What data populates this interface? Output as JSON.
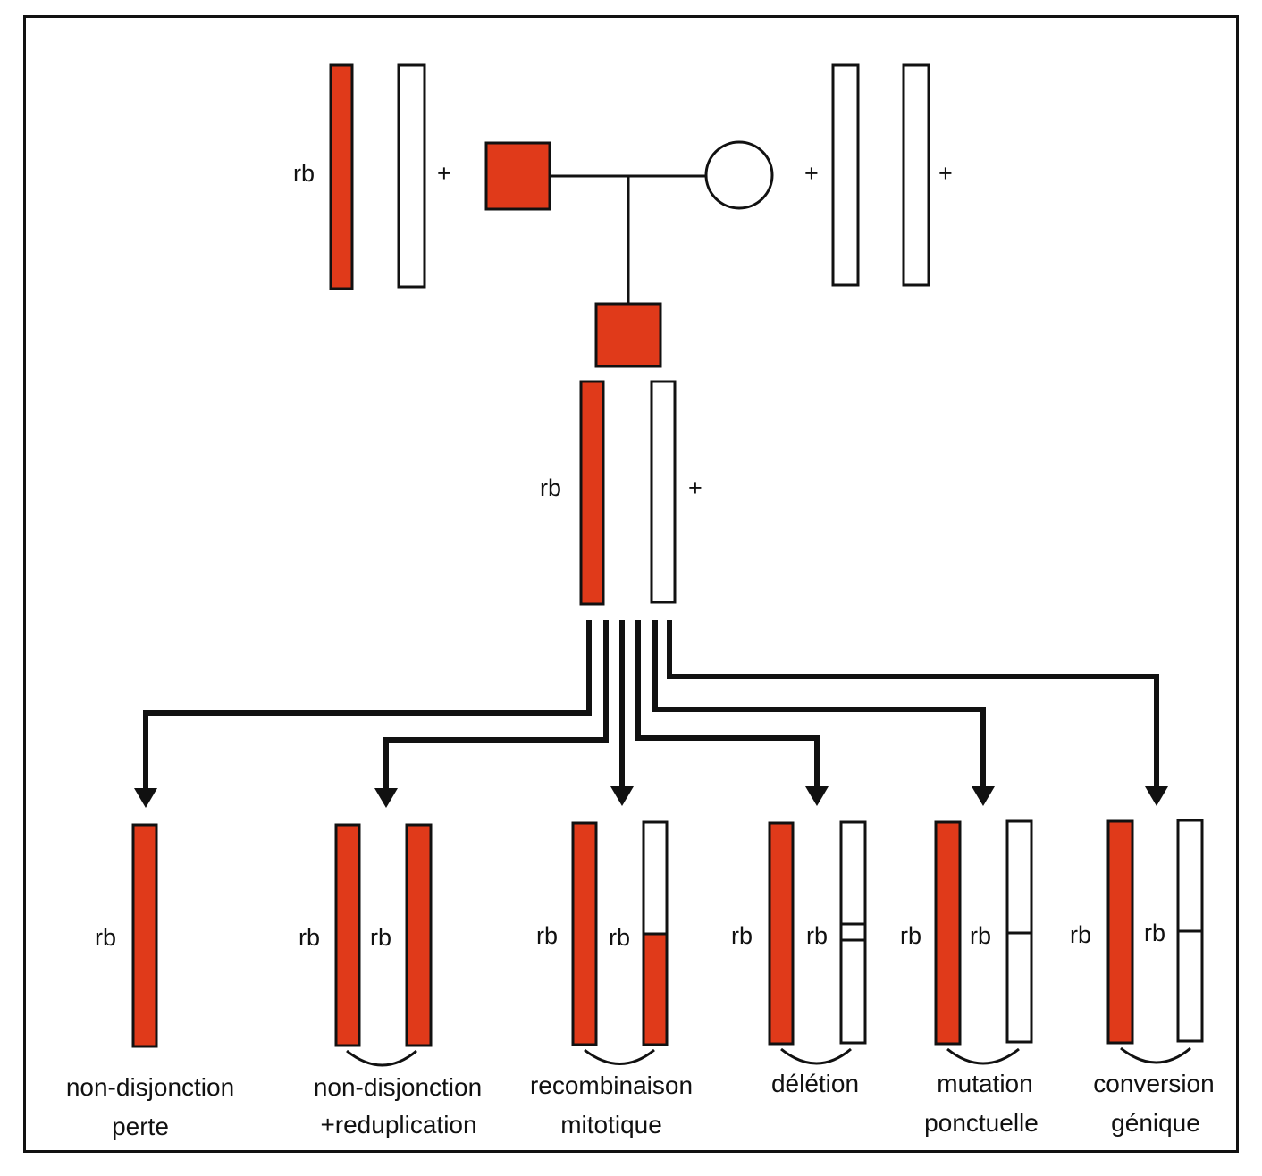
{
  "colors": {
    "mutant": "#e03a1a",
    "normal": "#ffffff",
    "line": "#111111"
  },
  "labels": {
    "rb": "rb",
    "plus": "+"
  },
  "outcomes": [
    {
      "caption_line1": "non-disjonction",
      "caption_line2": "perte",
      "left_label": "rb",
      "right_label": ""
    },
    {
      "caption_line1": "non-disjonction",
      "caption_line2": "+reduplication",
      "left_label": "rb",
      "right_label": "rb"
    },
    {
      "caption_line1": "recombinaison",
      "caption_line2": "mitotique",
      "left_label": "rb",
      "right_label": "rb"
    },
    {
      "caption_line1": "délétion",
      "caption_line2": "",
      "left_label": "rb",
      "right_label": "rb"
    },
    {
      "caption_line1": "mutation",
      "caption_line2": "ponctuelle",
      "left_label": "rb",
      "right_label": "rb"
    },
    {
      "caption_line1": "conversion",
      "caption_line2": "génique",
      "left_label": "rb",
      "right_label": "rb"
    }
  ]
}
